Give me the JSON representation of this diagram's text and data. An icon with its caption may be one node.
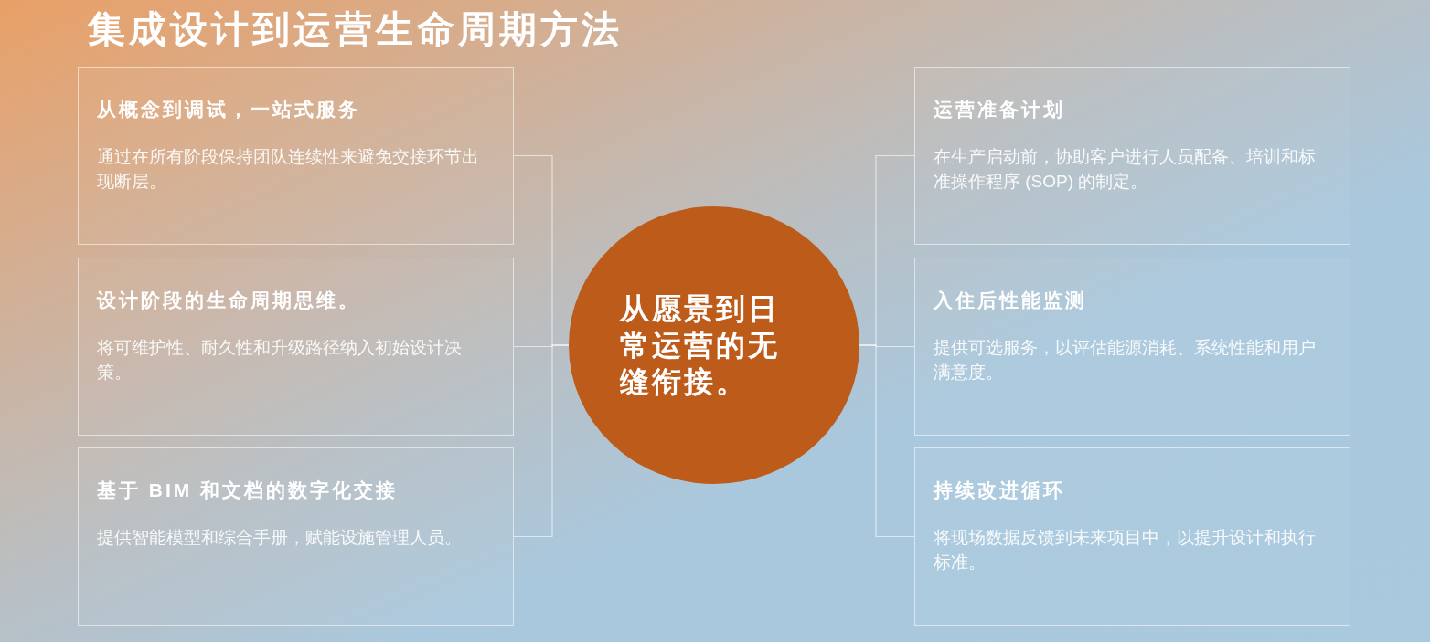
{
  "diagram": {
    "title": "集成设计到运营生命周期方法",
    "nodes": [
      {
        "text": [
          "从概念到调试，一站式服务",
          "通过在所有阶段保持团队连续性来避免交接环节出现断层。"
        ]
      },
      {
        "text": [
          "设计阶段的生命周期思维。",
          "将可维护性、耐久性和升级路径纳入初始设计决策。"
        ]
      },
      {
        "text": [
          "基于 BIM 和文档的数字化交接",
          "提供智能模型和综合手册，赋能设施管理人员。"
        ]
      },
      {
        "text": [
          "从愿景到日常运营的无缝衔接。"
        ]
      },
      {
        "text": [
          "运营准备计划",
          "在生产启动前，协助客户进行人员配备、培训和标准操作程序 (SOP) 的制定。"
        ]
      },
      {
        "text": [
          "入住后性能监测",
          "提供可选服务，以评估能源消耗、系统性能和用户满意度。"
        ]
      },
      {
        "text": [
          "持续改进循环",
          "将现场数据反馈到未来项目中，以提升设计和执行标准。"
        ]
      }
    ],
    "edges": [
      {
        "from": 0,
        "to": 3,
        "arrow": "none"
      },
      {
        "from": 1,
        "to": 3,
        "arrow": "none"
      },
      {
        "from": 2,
        "to": 3,
        "arrow": "none"
      },
      {
        "from": 3,
        "to": 4,
        "arrow": "none"
      },
      {
        "from": 3,
        "to": 5,
        "arrow": "none"
      },
      {
        "from": 3,
        "to": 6,
        "arrow": "none"
      }
    ]
  }
}
